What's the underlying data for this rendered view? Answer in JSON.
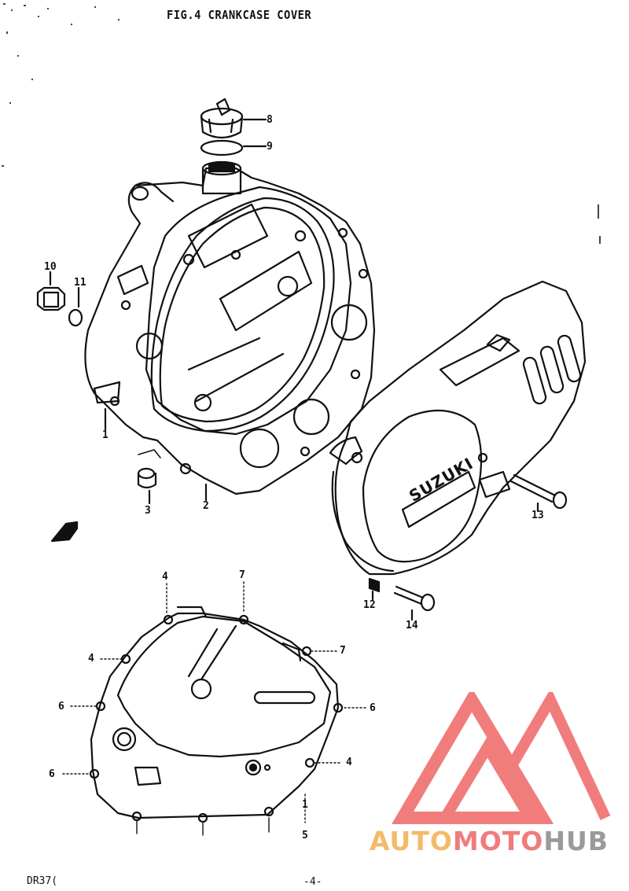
{
  "page": {
    "title": "FIG.4  CRANKCASE COVER",
    "model_code": "DR37(",
    "page_number": "-4-"
  },
  "callouts": [
    {
      "key": "c8",
      "label": "8"
    },
    {
      "key": "c9",
      "label": "9"
    },
    {
      "key": "c10",
      "label": "10"
    },
    {
      "key": "c11",
      "label": "11"
    },
    {
      "key": "c1a",
      "label": "1"
    },
    {
      "key": "c3",
      "label": "3"
    },
    {
      "key": "c2",
      "label": "2"
    },
    {
      "key": "c13",
      "label": "13"
    },
    {
      "key": "c12",
      "label": "12"
    },
    {
      "key": "c14",
      "label": "14"
    },
    {
      "key": "c4a",
      "label": "4"
    },
    {
      "key": "c7a",
      "label": "7"
    },
    {
      "key": "c4b",
      "label": "4"
    },
    {
      "key": "c7b",
      "label": "7"
    },
    {
      "key": "c6a",
      "label": "6"
    },
    {
      "key": "c6b",
      "label": "6"
    },
    {
      "key": "c6c",
      "label": "6"
    },
    {
      "key": "c4c",
      "label": "4"
    },
    {
      "key": "c1b",
      "label": "1"
    },
    {
      "key": "c5",
      "label": "5"
    }
  ],
  "cover_badge": "SUZUKI",
  "watermark": {
    "part1": "AUTO",
    "part2": "MOTO",
    "part3": "HUB",
    "colors": {
      "part1": "#f2bb6a",
      "part2": "#f07c7c",
      "part3": "#9a9a9a",
      "triangle": "#f07c7c"
    }
  }
}
